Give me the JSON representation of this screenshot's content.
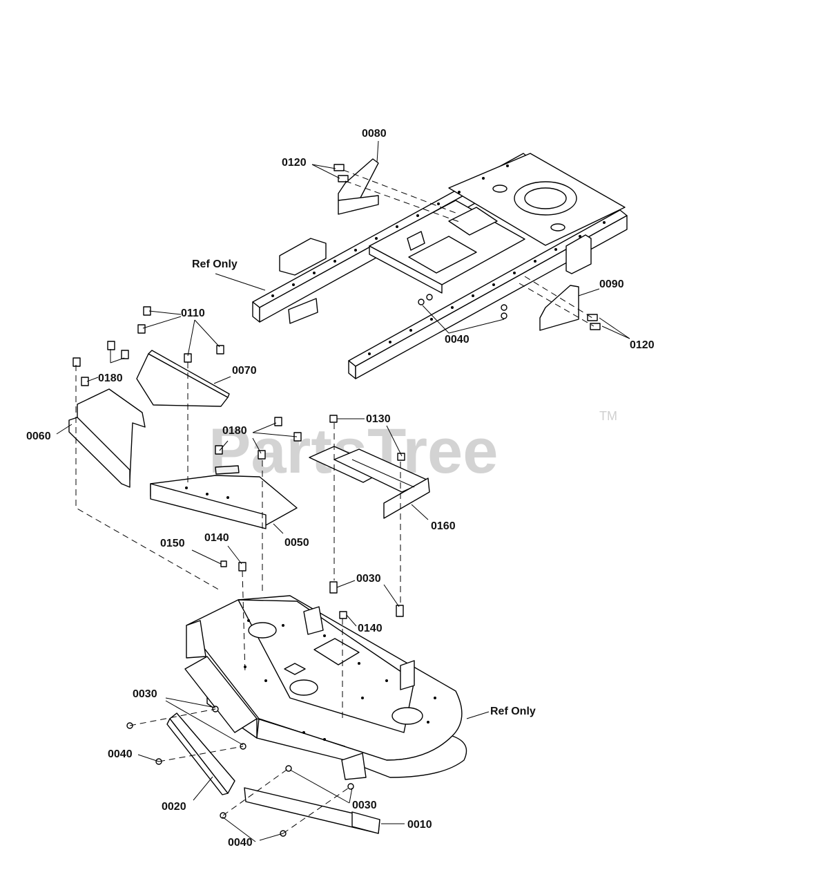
{
  "watermark": {
    "text": "PartsTree",
    "trademark": "TM"
  },
  "callouts": {
    "c0010": "0010",
    "c0020": "0020",
    "c0030_top": "0030",
    "c0030_left": "0030",
    "c0030_bottom": "0030",
    "c0040_frame": "0040",
    "c0040_left": "0040",
    "c0040_bottom": "0040",
    "c0050": "0050",
    "c0060": "0060",
    "c0070": "0070",
    "c0080": "0080",
    "c0090": "0090",
    "c0110": "0110",
    "c0120_top": "0120",
    "c0120_right": "0120",
    "c0130": "0130",
    "c0140_left": "0140",
    "c0140_right": "0140",
    "c0150": "0150",
    "c0160": "0160",
    "c0180_left": "0180",
    "c0180_mid": "0180",
    "ref_frame": "Ref Only",
    "ref_deck": "Ref Only"
  }
}
